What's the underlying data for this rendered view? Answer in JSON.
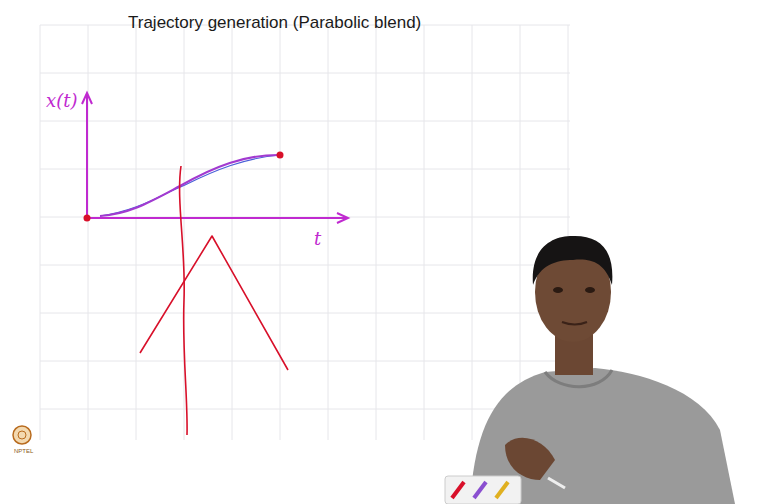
{
  "diagram": {
    "title": "Trajectory generation (Parabolic blend)",
    "labels": [
      "x(t)",
      "t",
      "NPTEL"
    ]
  }
}
